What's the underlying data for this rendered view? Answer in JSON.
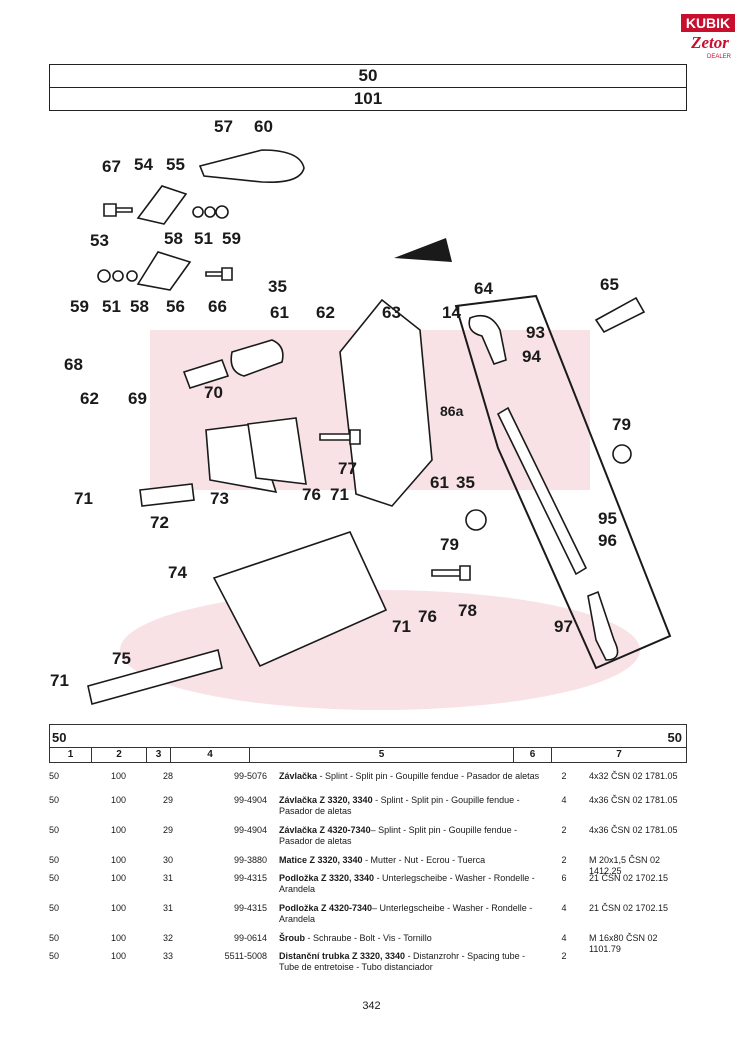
{
  "logo": {
    "brand": "KUBIK",
    "sub": "Zetor",
    "tag": "DEALER"
  },
  "header": {
    "group": "50",
    "subgroup": "101"
  },
  "diagram": {
    "labels": [
      "57",
      "60",
      "67",
      "54",
      "55",
      "53",
      "58",
      "51",
      "59",
      "59",
      "51",
      "58",
      "56",
      "66",
      "35",
      "61",
      "62",
      "63",
      "14",
      "64",
      "65",
      "93",
      "94",
      "86a",
      "68",
      "62",
      "69",
      "70",
      "77",
      "71",
      "76",
      "61",
      "35",
      "79",
      "71",
      "72",
      "73",
      "95",
      "79",
      "96",
      "74",
      "76",
      "78",
      "71",
      "97",
      "75",
      "71"
    ]
  },
  "table": {
    "group_left": "50",
    "group_right": "50",
    "columns": [
      "1",
      "2",
      "3",
      "4",
      "5",
      "6",
      "7"
    ],
    "rows": [
      {
        "c1": "50",
        "c2": "100",
        "c3": "28",
        "c4": "99-5076",
        "name": "Závlačka",
        "desc": " - Splint - Split pin - Goupille fendue - Pasador de aletas",
        "qty": "2",
        "spec": "4x32 ČSN 02 1781.05"
      },
      {
        "c1": "50",
        "c2": "100",
        "c3": "29",
        "c4": "99-4904",
        "name": "Závlačka Z 3320, 3340",
        "desc": " - Splint - Split pin - Goupille fendue - Pasador de aletas",
        "qty": "4",
        "spec": "4x36 ČSN 02 1781.05"
      },
      {
        "c1": "50",
        "c2": "100",
        "c3": "29",
        "c4": "99-4904",
        "name": "Závlačka Z 4320-7340",
        "desc": "– Splint - Split pin - Goupille fendue - Pasador de aletas",
        "qty": "2",
        "spec": "4x36 ČSN 02 1781.05"
      },
      {
        "c1": "50",
        "c2": "100",
        "c3": "30",
        "c4": "99-3880",
        "name": "Matice Z 3320, 3340",
        "desc": " - Mutter - Nut - Ecrou - Tuerca",
        "qty": "2",
        "spec": "M 20x1,5 ČSN 02 1412.25"
      },
      {
        "c1": "50",
        "c2": "100",
        "c3": "31",
        "c4": "99-4315",
        "name": "Podložka Z 3320, 3340",
        "desc": " - Unterlegscheibe - Washer - Rondelle - Arandela",
        "qty": "6",
        "spec": "21 ČSN 02 1702.15"
      },
      {
        "c1": "50",
        "c2": "100",
        "c3": "31",
        "c4": "99-4315",
        "name": "Podložka Z 4320-7340",
        "desc": "– Unterlegscheibe - Washer - Rondelle - Arandela",
        "qty": "4",
        "spec": "21 ČSN 02 1702.15"
      },
      {
        "c1": "50",
        "c2": "100",
        "c3": "32",
        "c4": "99-0614",
        "name": "Šroub",
        "desc": " - Schraube - Bolt - Vis - Tornillo",
        "qty": "4",
        "spec": "M 16x80 ČSN 02 1101.79"
      },
      {
        "c1": "50",
        "c2": "100",
        "c3": "33",
        "c4": "5511-5008",
        "name": "Distanční trubka Z 3320, 3340",
        "desc": " - Distanzrohr - Spacing tube - Tube de entretoise - Tubo distanciador",
        "qty": "2",
        "spec": ""
      }
    ]
  },
  "page_number": "342"
}
